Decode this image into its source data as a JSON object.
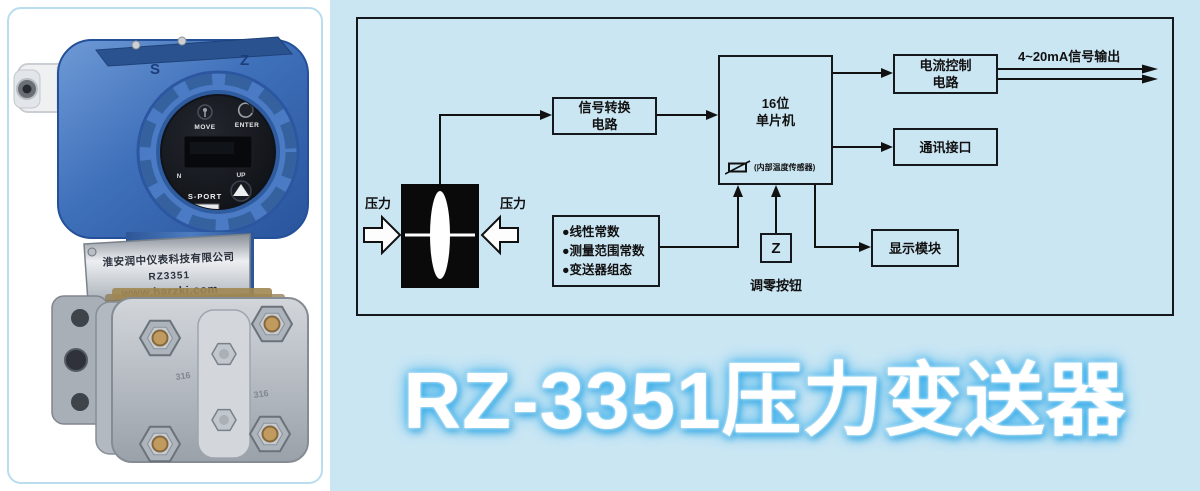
{
  "page": {
    "background_color": "#cbe6f3"
  },
  "photo": {
    "device_top_letter_s": "S",
    "device_top_letter_z": "Z",
    "display": {
      "move": "MOVE",
      "enter": "ENTER",
      "down": "N",
      "up": "UP",
      "sport": "S-PORT"
    },
    "band": {
      "company": "淮安润中仪表科技有限公司",
      "model": "RZ3351",
      "website": "www.harzkj.com"
    },
    "flange_stamp": "316",
    "colors": {
      "body_blue": "#3f70ba",
      "steel": "#b7bdc4",
      "bolt_bronze": "#c09a5e"
    }
  },
  "diagram": {
    "pressure_left": "压力",
    "pressure_right": "压力",
    "boxes": {
      "signal_conversion": {
        "line1": "信号转换",
        "line2": "电路"
      },
      "mcu": {
        "line1": "16位",
        "line2": "单片机",
        "temp_sensor_note": "(内部温度传感器)"
      },
      "current_control": {
        "line1": "电流控制",
        "line2": "电路"
      },
      "comm_interface": "通讯接口",
      "display_module": "显示模块",
      "constants": {
        "items": [
          "●线性常数",
          "●测量范围常数",
          "●变送器组态"
        ]
      },
      "zero_button": {
        "symbol": "Z",
        "label": "调零按钮"
      }
    },
    "output_label": "4~20mA信号输出",
    "line_color": "#111111"
  },
  "title": {
    "text": "RZ-3351压力变送器",
    "color": "#ffffff",
    "glow": "#3fb3ee"
  }
}
